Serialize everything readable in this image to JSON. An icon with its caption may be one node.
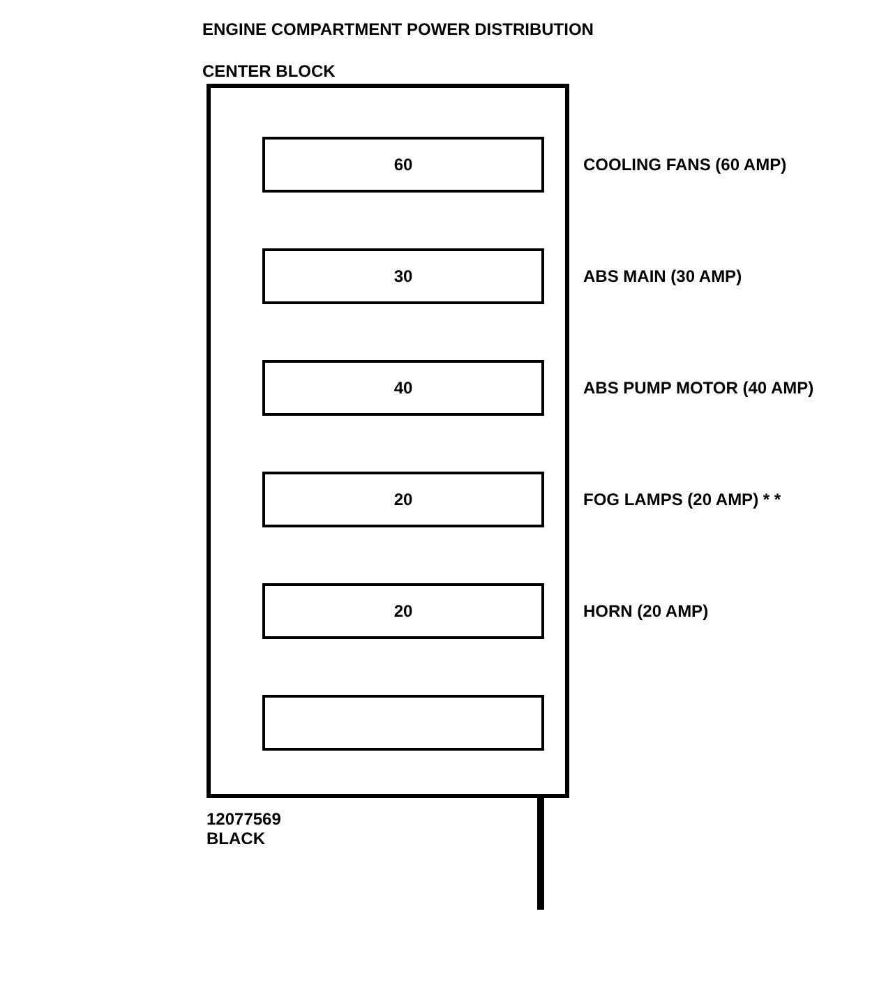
{
  "diagram": {
    "title": "ENGINE COMPARTMENT POWER DISTRIBUTION CENTER BLOCK",
    "nodes": [
      {
        "text": [],
        "shape": "box",
        "beside": [
          "12077569 BLACK"
        ]
      },
      {
        "text": [
          "60"
        ],
        "in": 0,
        "beside": [
          "COOLING FANS (60 AMP)"
        ]
      },
      {
        "text": [
          "30"
        ],
        "in": 0,
        "beside": [
          "ABS MAIN (30 AMP)"
        ]
      },
      {
        "text": [
          "40"
        ],
        "in": 0,
        "beside": [
          "ABS PUMP MOTOR (40 AMP)"
        ]
      },
      {
        "text": [
          "20"
        ],
        "in": 0,
        "beside": [
          "FOG LAMPS (20 AMP) * *"
        ]
      },
      {
        "text": [
          "20"
        ],
        "in": 0,
        "beside": [
          "HORN (20 AMP)"
        ]
      },
      {
        "text": [],
        "shape": "box",
        "in": 0
      }
    ]
  }
}
